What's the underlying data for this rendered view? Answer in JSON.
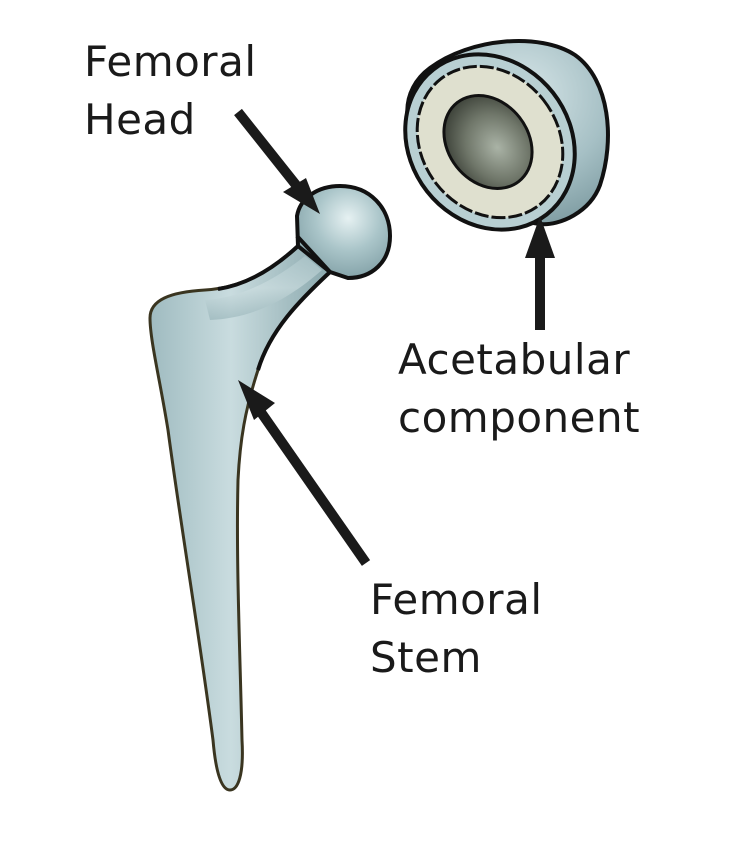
{
  "labels": {
    "femoral_head": {
      "line1": "Femoral",
      "line2": "Head"
    },
    "acetabular": {
      "line1": "Acetabular",
      "line2": "component"
    },
    "femoral_stem": {
      "line1": "Femoral",
      "line2": "Stem"
    }
  },
  "colors": {
    "metal": "#a9c4c8",
    "metal_light": "#d8e8ea",
    "metal_dark": "#7f9ea4",
    "liner": "#dfe0cf",
    "cup_inner": "#5c6358",
    "outline": "#111111",
    "stem_outline": "#3a3520",
    "text": "#1a1a1a"
  }
}
